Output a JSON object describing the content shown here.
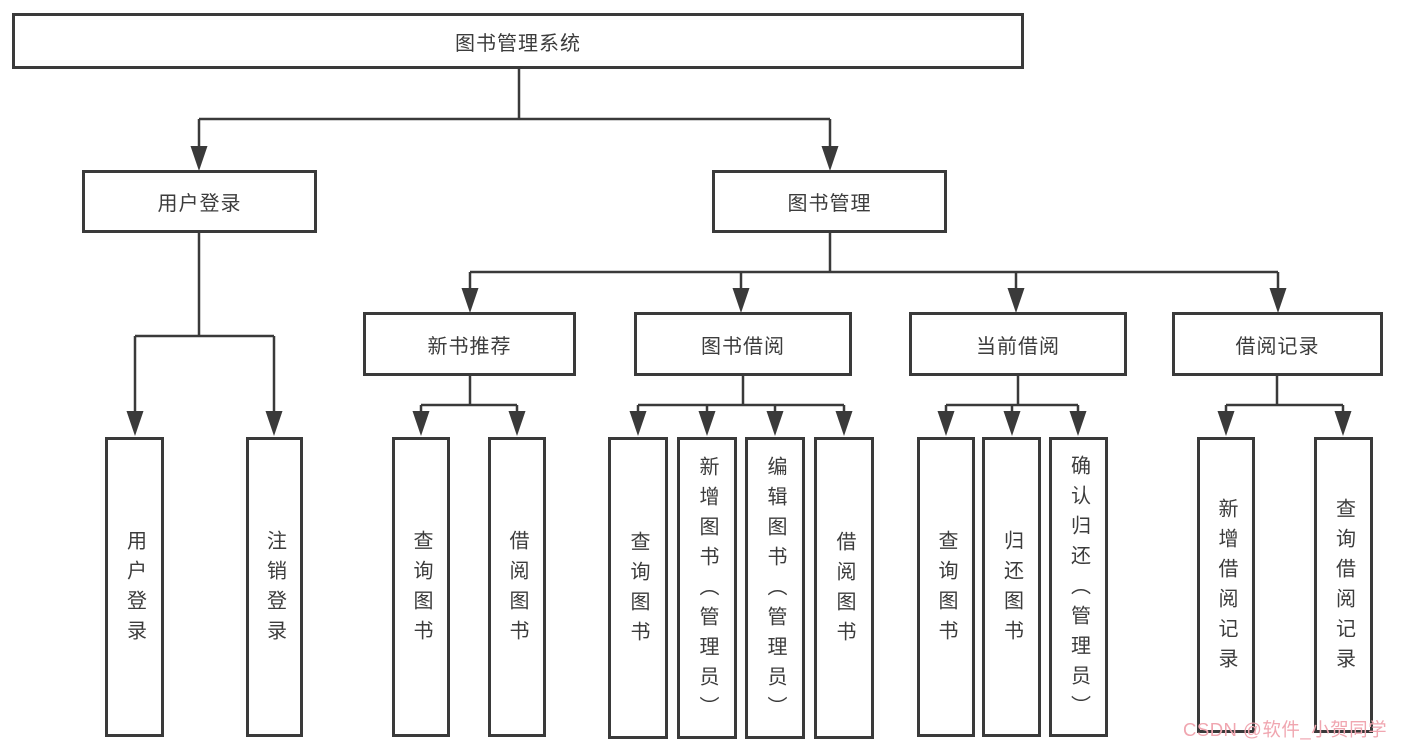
{
  "diagram": {
    "root": {
      "label": "图书管理系统"
    },
    "branches": [
      {
        "label": "用户登录",
        "children": [
          {
            "label": "用户登录"
          },
          {
            "label": "注销登录"
          }
        ]
      },
      {
        "label": "图书管理",
        "children": [
          {
            "label": "新书推荐",
            "children": [
              {
                "label": "查询图书"
              },
              {
                "label": "借阅图书"
              }
            ]
          },
          {
            "label": "图书借阅",
            "children": [
              {
                "label": "查询图书"
              },
              {
                "label": "新增图书（管理员）"
              },
              {
                "label": "编辑图书（管理员）"
              },
              {
                "label": "借阅图书"
              }
            ]
          },
          {
            "label": "当前借阅",
            "children": [
              {
                "label": "查询图书"
              },
              {
                "label": "归还图书"
              },
              {
                "label": "确认归还（管理员）"
              }
            ]
          },
          {
            "label": "借阅记录",
            "children": [
              {
                "label": "新增借阅记录"
              },
              {
                "label": "查询借阅记录"
              }
            ]
          }
        ]
      }
    ]
  },
  "watermark": {
    "text": "CSDN @软件_小贺同学"
  },
  "colors": {
    "line": "#3a3a3a",
    "text": "#3c3c3c",
    "watermark": "#f0a6b0",
    "background": "#ffffff"
  }
}
